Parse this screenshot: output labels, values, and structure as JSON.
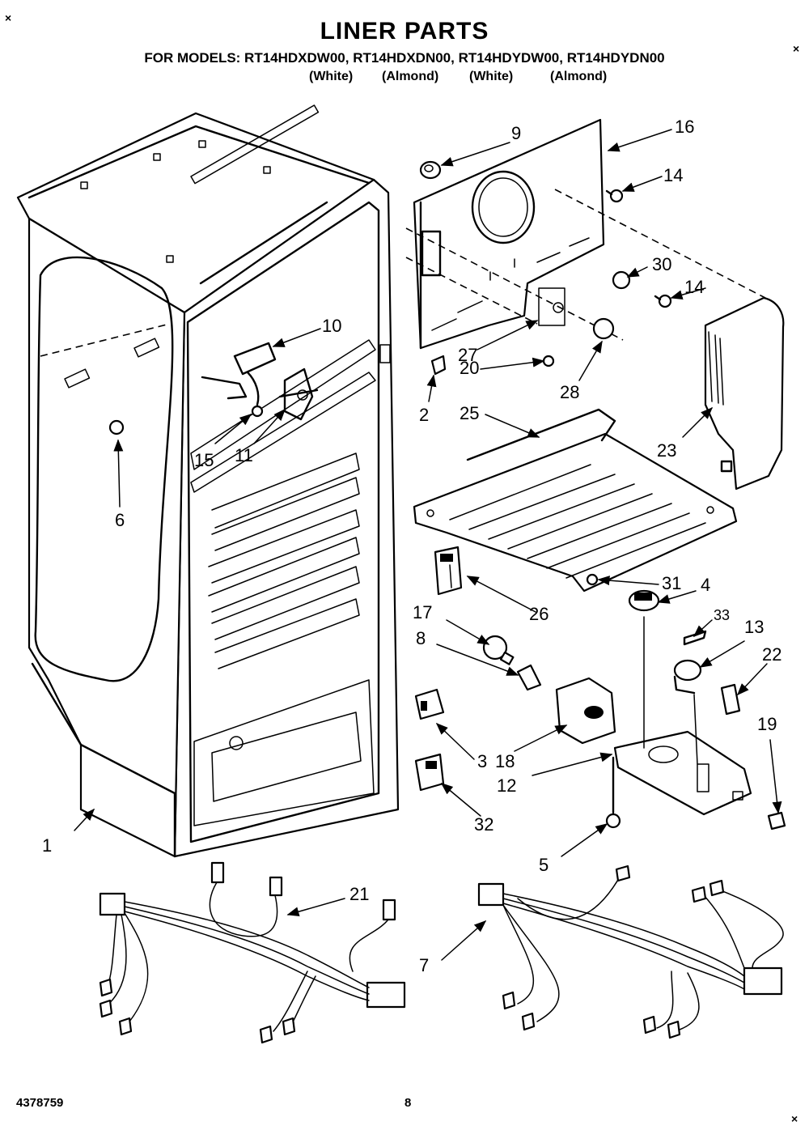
{
  "header": {
    "title": "LINER PARTS",
    "models": "FOR MODELS: RT14HDXDW00, RT14HDXDN00, RT14HDYDW00, RT14HDYDN00",
    "variants": [
      "(White)",
      "(Almond)",
      "(White)",
      "(Almond)"
    ]
  },
  "corner_marks": [
    "×",
    "×",
    "×"
  ],
  "footer": {
    "doc_number": "4378759",
    "page_number": "8"
  },
  "callouts": [
    "1",
    "2",
    "3",
    "4",
    "5",
    "6",
    "7",
    "8",
    "9",
    "10",
    "11",
    "12",
    "13",
    "14",
    "14",
    "15",
    "16",
    "17",
    "18",
    "19",
    "20",
    "21",
    "22",
    "23",
    "25",
    "26",
    "27",
    "28",
    "30",
    "31",
    "32",
    "33"
  ]
}
